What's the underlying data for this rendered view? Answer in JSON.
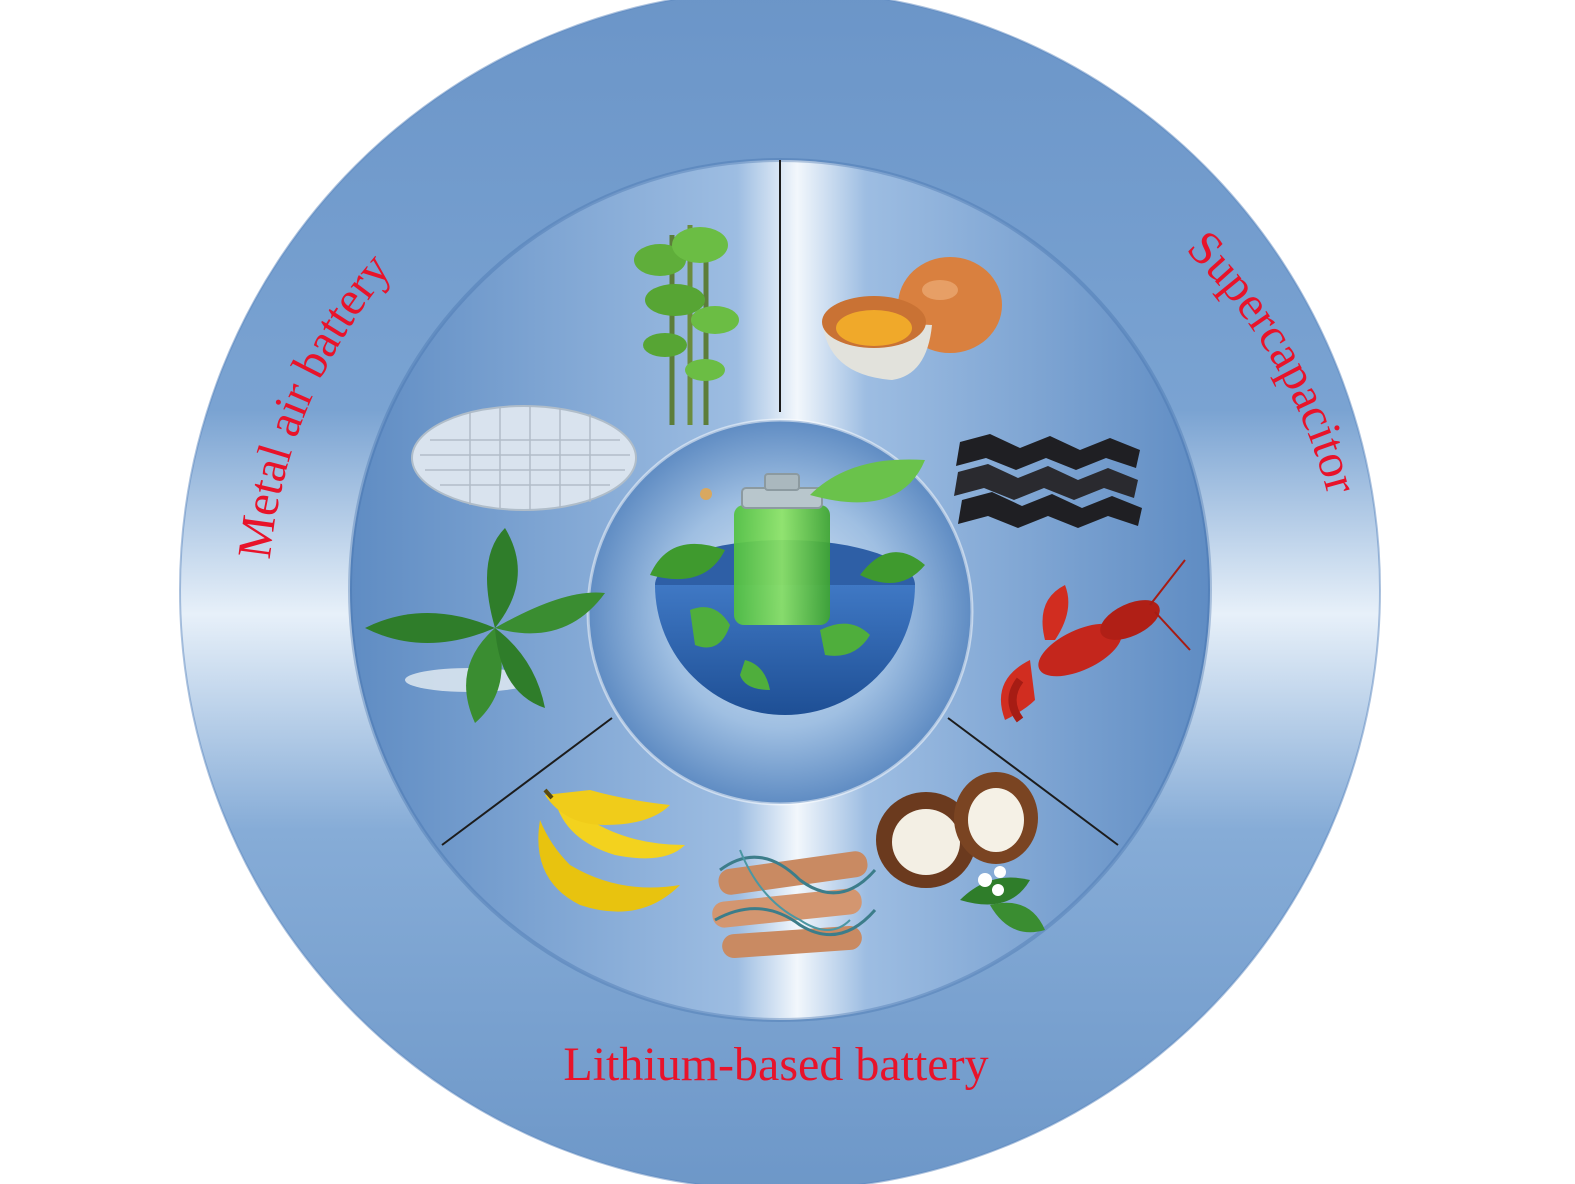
{
  "labels": {
    "metal_air": "Metal air battery",
    "supercapacitor": "Supercapacitor",
    "lithium": "Lithium-based battery"
  },
  "colors": {
    "label_red": "#e8132a",
    "ring_blue": "#6d97c8",
    "ring_light": "#e9f1fa",
    "divider": "#1c1c1c"
  },
  "icons": {
    "center": "battery-globe-leaf-icon",
    "metal_air_items": [
      "bamboo-icon",
      "mesh-disc-icon",
      "mint-leaves-icon"
    ],
    "supercapacitor_items": [
      "egg-icon",
      "carbon-sheets-icon",
      "lobster-icon"
    ],
    "lithium_items": [
      "banana-icon",
      "fiber-network-icon",
      "coconut-icon"
    ]
  }
}
